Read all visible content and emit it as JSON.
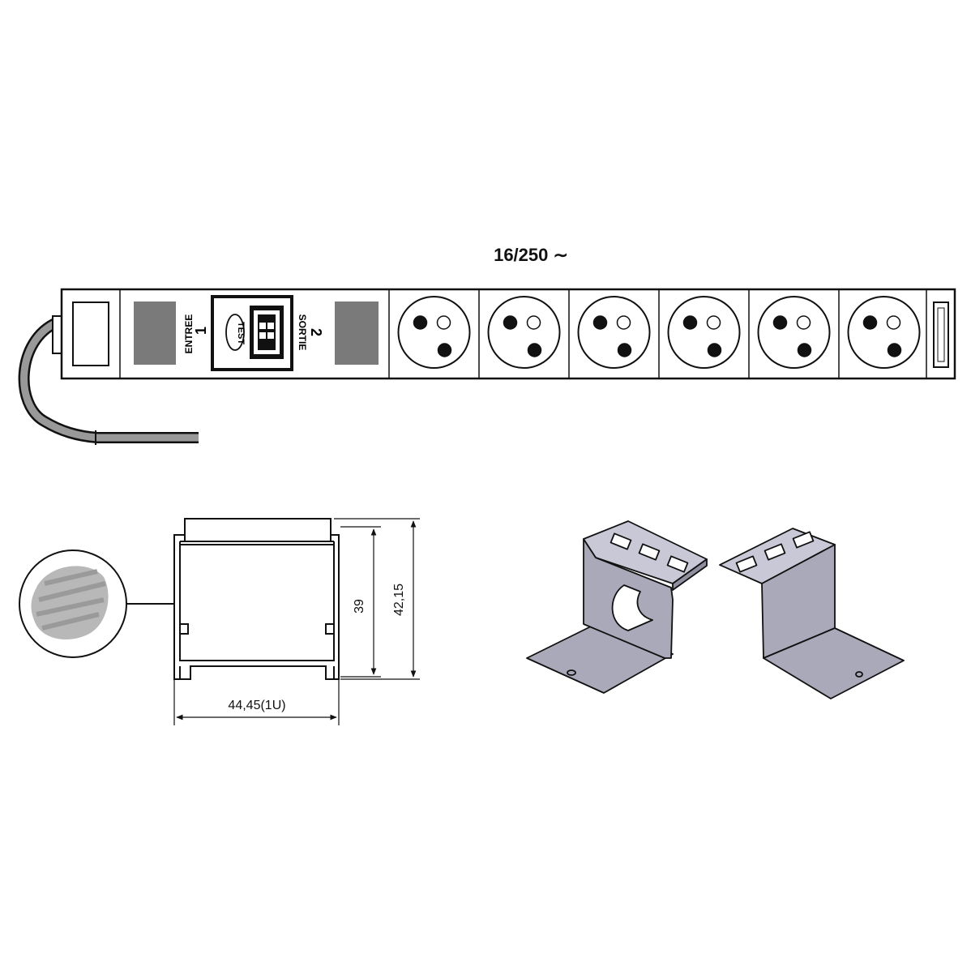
{
  "rating": {
    "label": "16/250 ∼"
  },
  "breaker": {
    "left_label": "ENTREE",
    "left_number": "1",
    "right_label": "SORTIE",
    "right_number": "2",
    "test_label": "TEST"
  },
  "outlets": [
    {
      "id": 1
    },
    {
      "id": 2
    },
    {
      "id": 3
    },
    {
      "id": 4
    },
    {
      "id": 5
    },
    {
      "id": 6
    }
  ],
  "profile": {
    "width_label": "44,45(1U)",
    "inner_height_label": "39",
    "outer_height_label": "42,15"
  },
  "colors": {
    "line": "#111111",
    "panel_grey": "#7a7a7a",
    "bracket_fill": "#a9a9b9",
    "bracket_top": "#c8c8d6",
    "detail_texture": "#b8b8b8"
  }
}
